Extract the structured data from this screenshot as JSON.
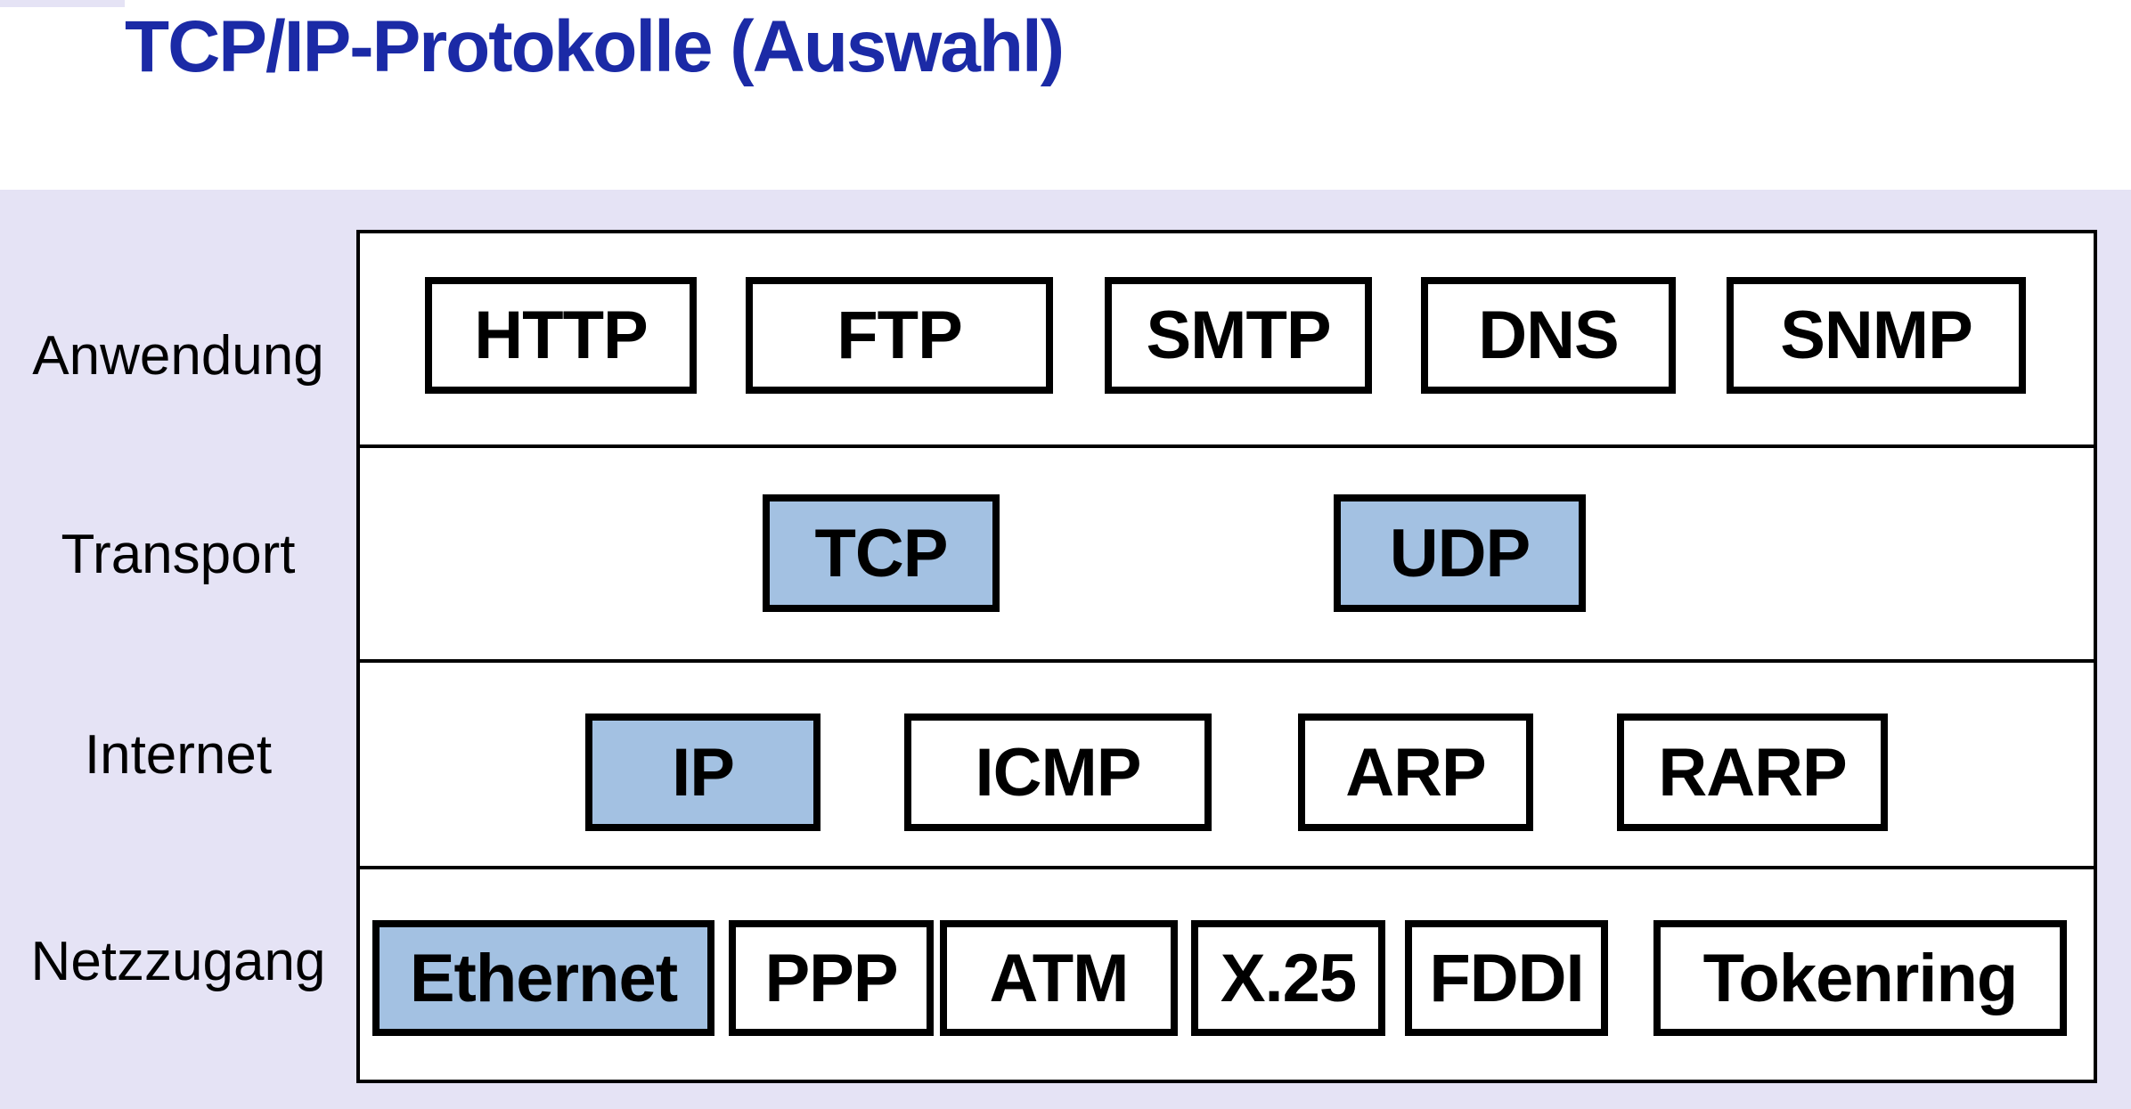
{
  "title": "TCP/IP-Protokolle (Auswahl)",
  "colors": {
    "title_blue": "#1b2aa6",
    "highlight_fill": "#a3c1e2",
    "background_lavender": "#e5e3f5",
    "box_border": "#000000",
    "box_fill": "#ffffff",
    "text_black": "#000000"
  },
  "layers": [
    {
      "label": "Anwendung",
      "protocols": [
        {
          "label": "HTTP",
          "highlighted": false
        },
        {
          "label": "FTP",
          "highlighted": false
        },
        {
          "label": "SMTP",
          "highlighted": false
        },
        {
          "label": "DNS",
          "highlighted": false
        },
        {
          "label": "SNMP",
          "highlighted": false
        }
      ]
    },
    {
      "label": "Transport",
      "protocols": [
        {
          "label": "TCP",
          "highlighted": true
        },
        {
          "label": "UDP",
          "highlighted": true
        }
      ]
    },
    {
      "label": "Internet",
      "protocols": [
        {
          "label": "IP",
          "highlighted": true
        },
        {
          "label": "ICMP",
          "highlighted": false
        },
        {
          "label": "ARP",
          "highlighted": false
        },
        {
          "label": "RARP",
          "highlighted": false
        }
      ]
    },
    {
      "label": "Netzzugang",
      "protocols": [
        {
          "label": "Ethernet",
          "highlighted": true
        },
        {
          "label": "PPP",
          "highlighted": false
        },
        {
          "label": "ATM",
          "highlighted": false
        },
        {
          "label": "X.25",
          "highlighted": false
        },
        {
          "label": "FDDI",
          "highlighted": false
        },
        {
          "label": "Tokenring",
          "highlighted": false
        }
      ]
    }
  ]
}
